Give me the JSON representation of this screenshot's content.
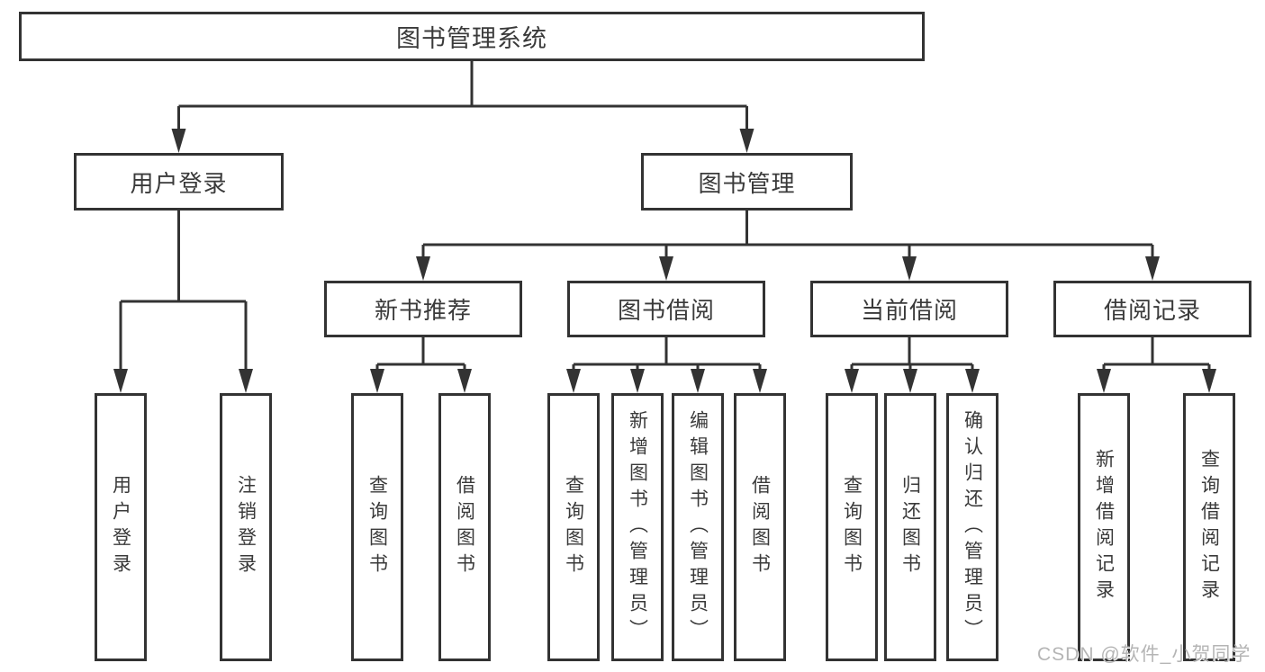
{
  "tree": {
    "root": {
      "label": "图书管理系统"
    },
    "children": [
      {
        "label": "用户登录",
        "children": [
          {
            "label": "用户登录"
          },
          {
            "label": "注销登录"
          }
        ]
      },
      {
        "label": "图书管理",
        "children": [
          {
            "label": "新书推荐",
            "children": [
              {
                "label": "查询图书"
              },
              {
                "label": "借阅图书"
              }
            ]
          },
          {
            "label": "图书借阅",
            "children": [
              {
                "label": "查询图书"
              },
              {
                "label": "新增图书（管理员）"
              },
              {
                "label": "编辑图书（管理员）"
              },
              {
                "label": "借阅图书"
              }
            ]
          },
          {
            "label": "当前借阅",
            "children": [
              {
                "label": "查询图书"
              },
              {
                "label": "归还图书"
              },
              {
                "label": "确认归还（管理员）"
              }
            ]
          },
          {
            "label": "借阅记录",
            "children": [
              {
                "label": "新增借阅记录"
              },
              {
                "label": "查询借阅记录"
              }
            ]
          }
        ]
      }
    ]
  },
  "watermark": "CSDN @软件_小贺同学",
  "colors": {
    "line": "#333333",
    "text": "#3a3a3a",
    "background": "#ffffff",
    "watermark": "#b5b5b5"
  }
}
